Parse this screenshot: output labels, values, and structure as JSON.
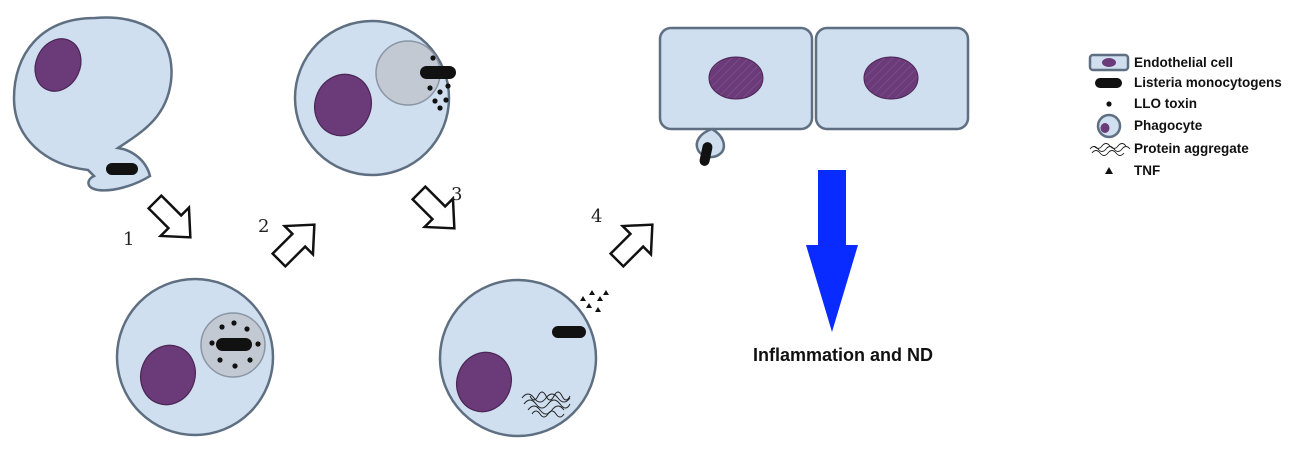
{
  "steps": [
    {
      "number": "1"
    },
    {
      "number": "2"
    },
    {
      "number": "3"
    },
    {
      "number": "4"
    }
  ],
  "result": {
    "label": "Inflammation and ND",
    "arrow_color": "#0a2bff"
  },
  "legend": {
    "items": [
      {
        "label": "Endothelial cell",
        "icon": "endothelial-cell-icon"
      },
      {
        "label": "Listeria monocytogens",
        "icon": "bacterium-icon"
      },
      {
        "label": "LLO toxin",
        "icon": "dot-icon"
      },
      {
        "label": "Phagocyte",
        "icon": "phagocyte-icon"
      },
      {
        "label": "Protein aggregate",
        "icon": "aggregate-icon"
      },
      {
        "label": "TNF",
        "icon": "triangle-icon"
      }
    ]
  },
  "colors": {
    "cell_fill": "#cfdff0",
    "cell_stroke": "#5f6f82",
    "nucleus": "#6b3a78",
    "vacuole": "#c2c9d3"
  }
}
